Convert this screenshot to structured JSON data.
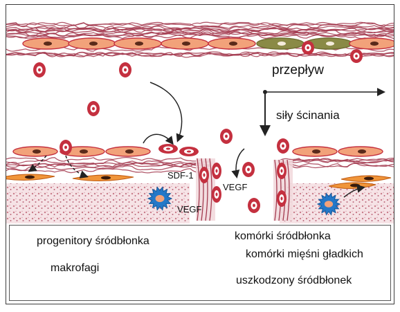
{
  "labels": {
    "flow": "przepływ",
    "shear": "siły ścinania",
    "sdf1": "SDF-1",
    "vegf_a": "VEGF",
    "vegf_b": "VEGF"
  },
  "legend": {
    "progenitors": "progenitory śródbłonka",
    "macrophages": "makrofagi",
    "endothelial_cells": "komórki śródbłonka",
    "smooth_muscle_cells": "komórki mięśni gładkich",
    "damaged_endothelium": "uszkodzony śródbłonek"
  },
  "colors": {
    "rbc": "#c4303f",
    "endothelial": "#f2a27a",
    "smooth_muscle": "#f0953a",
    "damaged": "#8a8a46",
    "macrophage": "#2478c8",
    "fibers": "#a33a4f",
    "tissue": "#f2d9dd"
  }
}
